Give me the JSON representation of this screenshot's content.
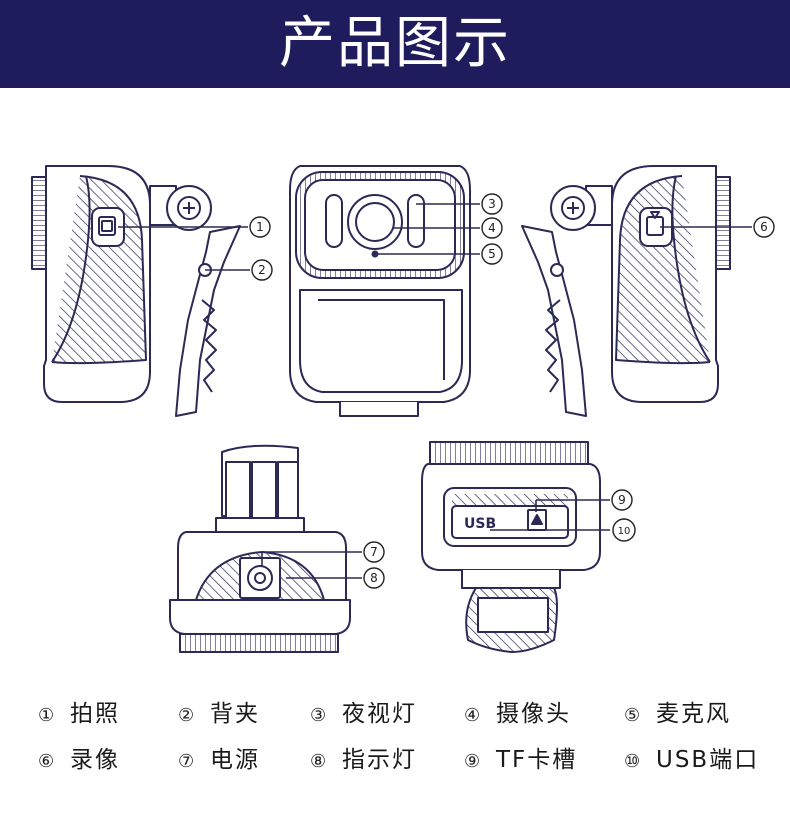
{
  "header": {
    "title": "产品图示"
  },
  "callouts": [
    "①",
    "②",
    "③",
    "④",
    "⑤",
    "⑥",
    "⑦",
    "⑧",
    "⑨",
    "⑩"
  ],
  "device_text": {
    "usb_port": "USB"
  },
  "legend": [
    [
      {
        "num": "①",
        "label": "拍照"
      },
      {
        "num": "②",
        "label": "背夹"
      },
      {
        "num": "③",
        "label": "夜视灯"
      },
      {
        "num": "④",
        "label": "摄像头"
      },
      {
        "num": "⑤",
        "label": "麦克风"
      }
    ],
    [
      {
        "num": "⑥",
        "label": "录像"
      },
      {
        "num": "⑦",
        "label": "电源"
      },
      {
        "num": "⑧",
        "label": "指示灯"
      },
      {
        "num": "⑨",
        "label": "TF卡槽"
      },
      {
        "num": "⑩",
        "label": "USB端口"
      }
    ]
  ],
  "colors": {
    "header_bg": "#1e1c5c",
    "line": "#2b2a56",
    "fill": "#ffffff"
  }
}
